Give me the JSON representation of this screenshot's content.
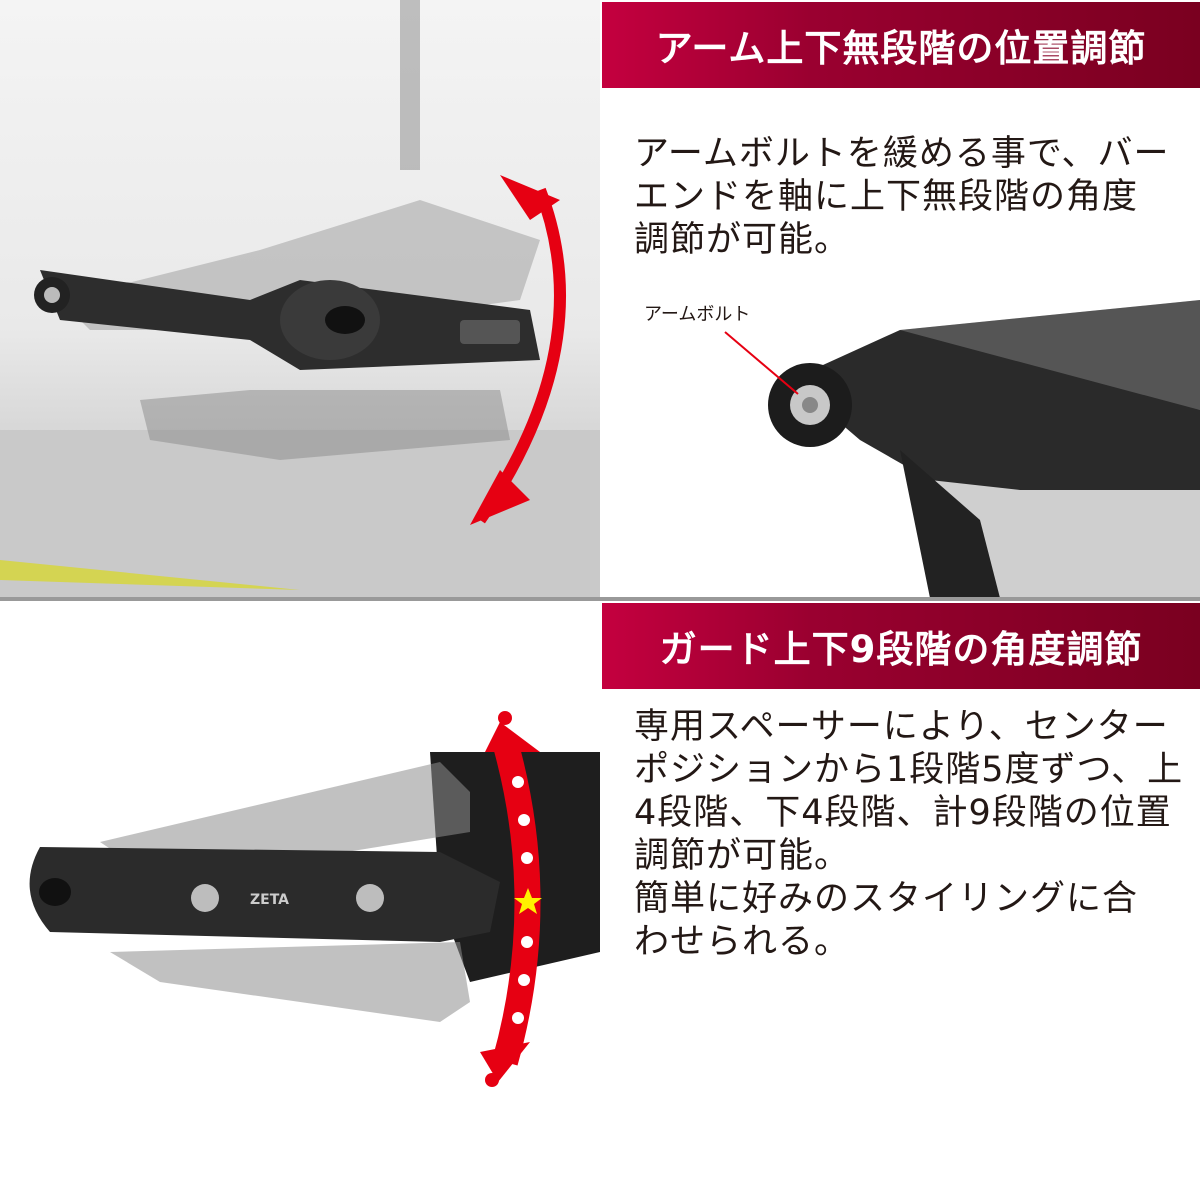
{
  "section1": {
    "title": "アーム上下無段階の位置調節",
    "lines": [
      "アームボルトを緩める事で、バー",
      "エンドを軸に上下無段階の角度",
      "調節が可能。"
    ],
    "callout_label": "アームボルト"
  },
  "section2": {
    "title": "ガード上下9段階の角度調節",
    "lines": [
      "専用スペーサーにより、センター",
      "ポジションから1段階5度ずつ、上",
      "4段階、下4段階、計9段階の位置",
      "調節が可能。",
      "簡単に好みのスタイリングに合",
      "わせられる。"
    ]
  },
  "logo_text": "ZETA",
  "colors": {
    "banner": "#9a0030",
    "arrow": "#e60012",
    "star": "#fff100"
  }
}
